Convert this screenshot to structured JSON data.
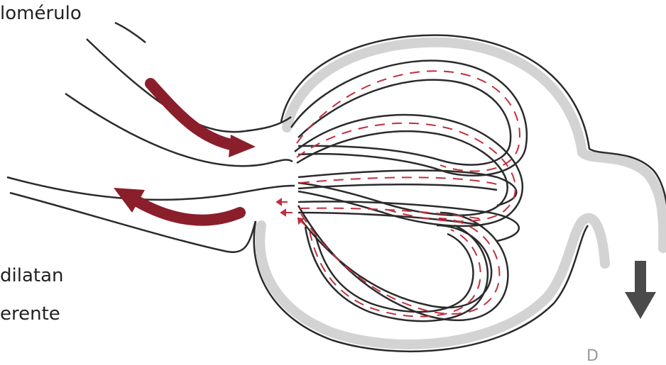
{
  "labels": {
    "top_left": "lomérulo",
    "bottom_left_line1": "dilatan",
    "bottom_left_line2": "erente",
    "bottom_right_cut": "D "
  },
  "colors": {
    "outline": "#2b2b2b",
    "capsule": "#d3d3d3",
    "flow": "#8b1e2b",
    "dash": "#c0303f",
    "down_arrow": "#4a4a4a"
  },
  "icons": {
    "inflow_arrow": "curved-arrow-right",
    "outflow_arrow": "curved-arrow-left",
    "filtrate_arrow": "arrow-down"
  }
}
